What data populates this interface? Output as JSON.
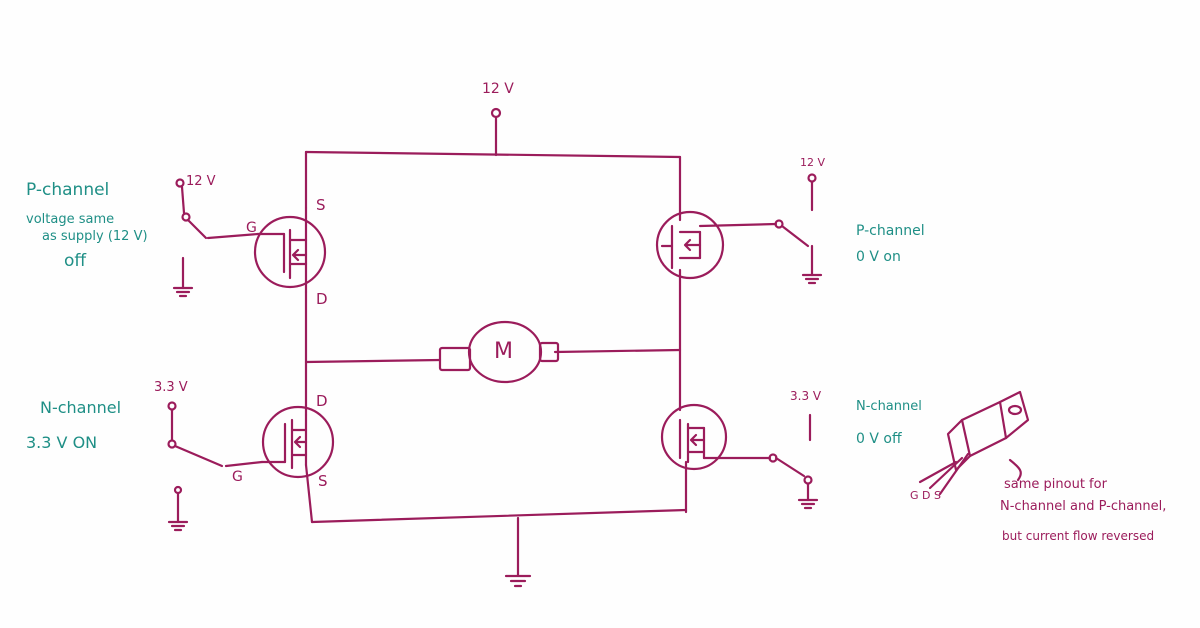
{
  "colors": {
    "wire": "#9b1c5b",
    "annotation": "#1f8f86",
    "background": "#fefefe"
  },
  "supply": {
    "top": "12 V"
  },
  "motor": {
    "label": "M"
  },
  "mosfets": {
    "top_left": {
      "gate": "G",
      "source": "S",
      "drain": "D"
    },
    "bottom_left": {
      "gate": "G",
      "source": "S",
      "drain": "D"
    }
  },
  "left_top_switch": {
    "supply": "12 V",
    "note_title": "P-channel",
    "note_line1": "voltage same",
    "note_line2": "as supply (12 V)",
    "note_state": "off"
  },
  "left_bottom_switch": {
    "supply": "3.3 V",
    "note_title": "N-channel",
    "note_state": "3.3 V ON"
  },
  "right_top_switch": {
    "supply": "12 V",
    "note_title": "P-channel",
    "note_state": "0 V  on"
  },
  "right_bottom_switch": {
    "supply": "3.3 V",
    "note_title": "N-channel",
    "note_state": "0 V  off"
  },
  "package": {
    "pins": "G D S",
    "note_line1": "same pinout for",
    "note_line2": "N-channel and P-channel,",
    "note_line3": "but current flow reversed"
  }
}
